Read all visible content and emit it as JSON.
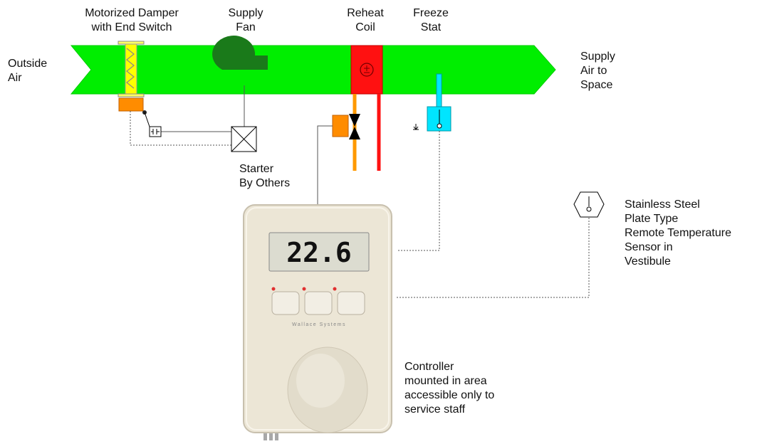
{
  "labels": {
    "outside_air": "Outside\nAir",
    "damper": "Motorized Damper\nwith End Switch",
    "supply_fan": "Supply\nFan",
    "reheat_coil": "Reheat\nCoil",
    "freeze_stat": "Freeze\nStat",
    "supply_air": "Supply\nAir to\nSpace",
    "starter": "Starter\nBy Others",
    "sensor": "Stainless Steel\nPlate Type\nRemote Temperature\nSensor in\nVestibule",
    "controller": "Controller\nmounted in area\naccessible only to\nservice staff"
  },
  "controller_display": {
    "reading": "22.6",
    "brand": "Wallace Systems"
  },
  "colors": {
    "duct": "#00ee00",
    "damper": "#ffff00",
    "actuator": "#ff8c00",
    "fan": "#1a7a1a",
    "coil": "#ff1111",
    "freeze_stat": "#00e5ff"
  }
}
